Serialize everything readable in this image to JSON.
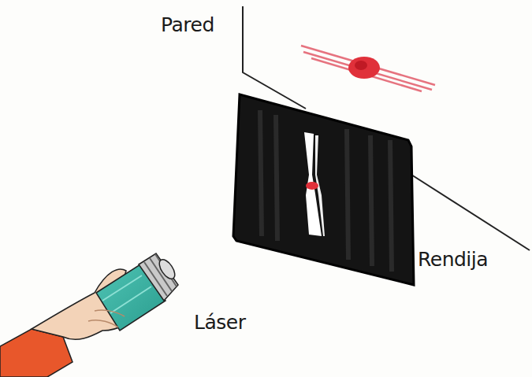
{
  "diagram": {
    "labels": [
      "Pared",
      "Rendija",
      "Láser"
    ]
  }
}
